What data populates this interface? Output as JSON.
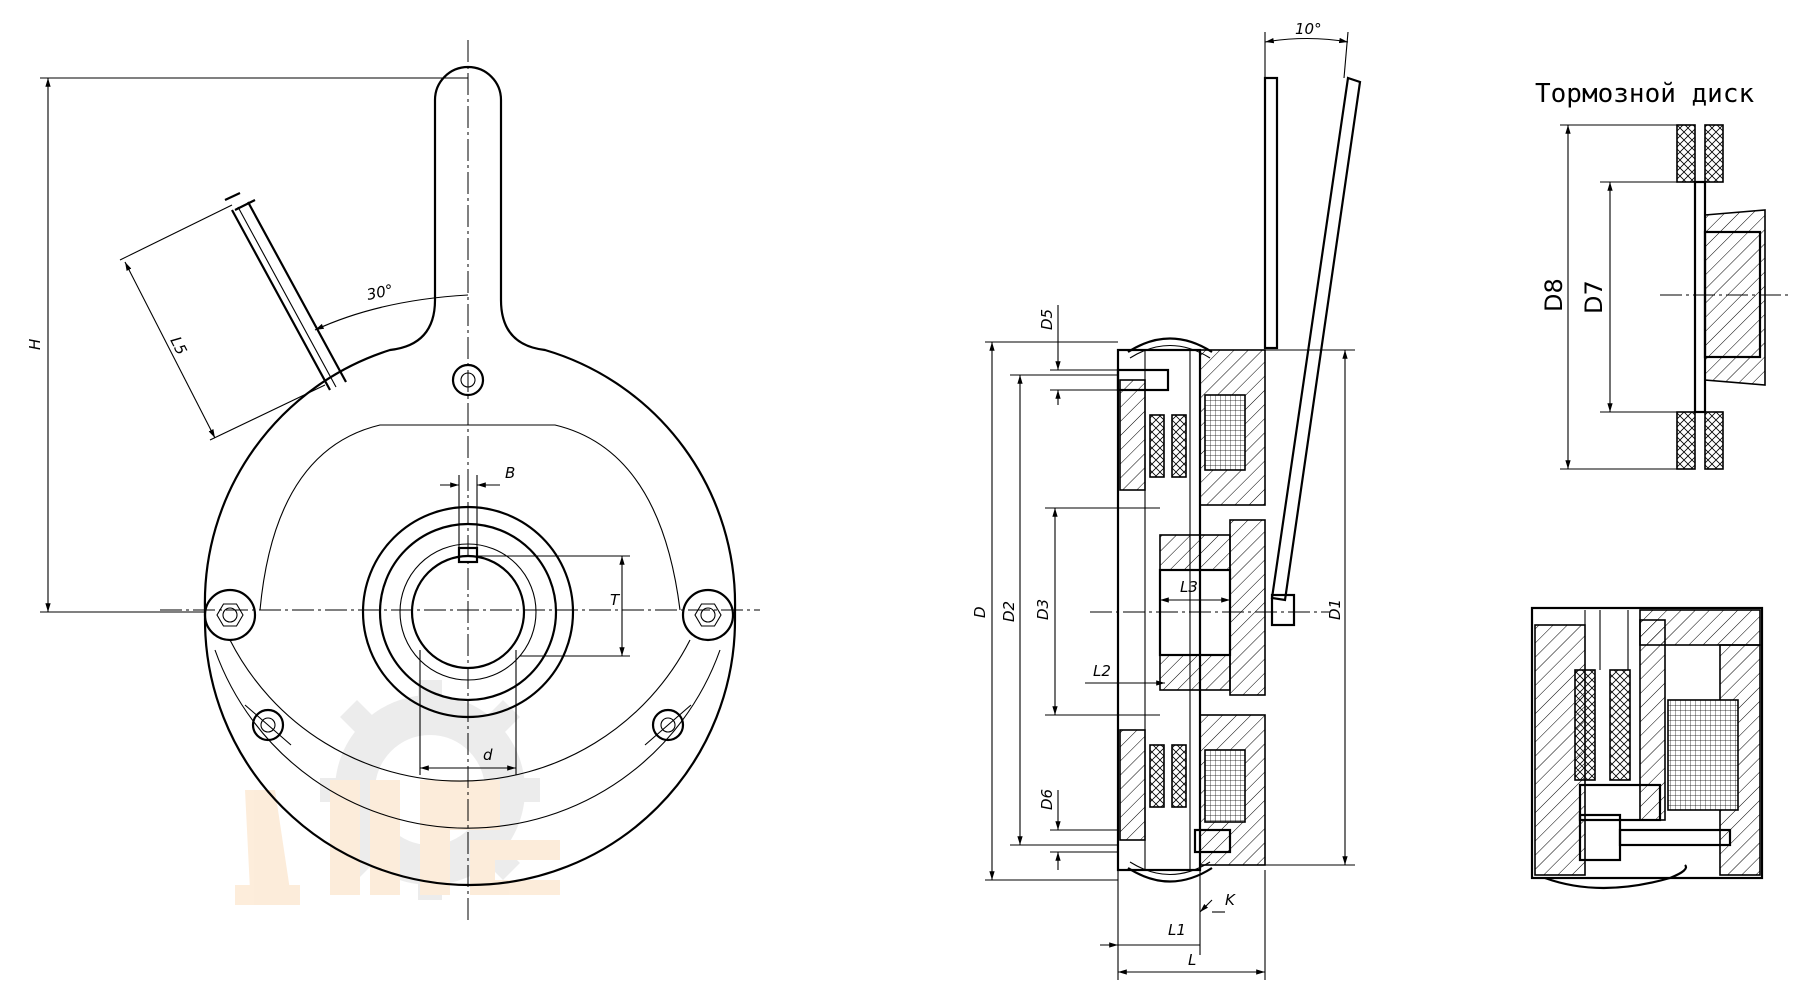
{
  "front_view": {
    "labels": {
      "height": "H",
      "lead_length": "L5",
      "angle": "30°",
      "key_width": "B",
      "key_depth": "T",
      "bore": "d"
    }
  },
  "side_view": {
    "labels": {
      "tilt_angle": "10°",
      "d": "D",
      "d1": "D1",
      "d2": "D2",
      "d3": "D3",
      "d5": "D5",
      "d6": "D6",
      "l": "L",
      "l1": "L1",
      "l2": "L2",
      "l3": "L3",
      "k": "K"
    }
  },
  "brake_disc": {
    "title": "Тормозной диск",
    "labels": {
      "d7": "D7",
      "d8": "D8"
    }
  },
  "colors": {
    "line": "#000000",
    "watermark_orange": "#f39a3a",
    "watermark_gray": "#9a9a9a"
  }
}
